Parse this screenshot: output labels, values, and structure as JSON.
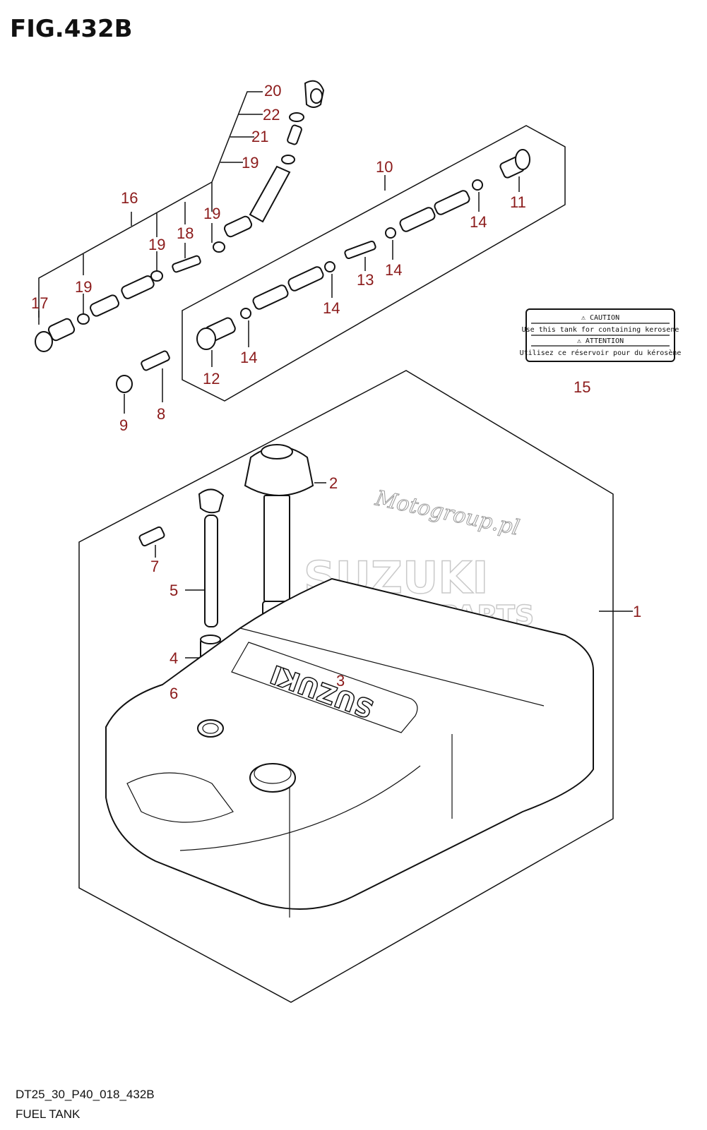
{
  "figure": {
    "title": "FIG.432B",
    "footer_code": "DT25_30_P40_018_432B",
    "footer_name": "FUEL TANK"
  },
  "callouts": {
    "n1": "1",
    "n2": "2",
    "n3": "3",
    "n4": "4",
    "n5": "5",
    "n6": "6",
    "n7": "7",
    "n8": "8",
    "n9": "9",
    "n10": "10",
    "n11": "11",
    "n12": "12",
    "n13": "13",
    "n14": "14",
    "n15": "15",
    "n16": "16",
    "n17": "17",
    "n18": "18",
    "n19": "19",
    "n20": "20",
    "n21": "21",
    "n22": "22"
  },
  "caution_label": {
    "line1": "⚠ CAUTION",
    "line2": "Use this tank for containing kerosene",
    "line3": "⚠ ATTENTION",
    "line4": "Utilisez ce réservoir pour du kérosène"
  },
  "tank_embossing": "SUZUKI",
  "watermarks": {
    "site": "Motogroup.pl",
    "brand": "SUZUKI",
    "subtitle": "MARINE PARTS"
  }
}
